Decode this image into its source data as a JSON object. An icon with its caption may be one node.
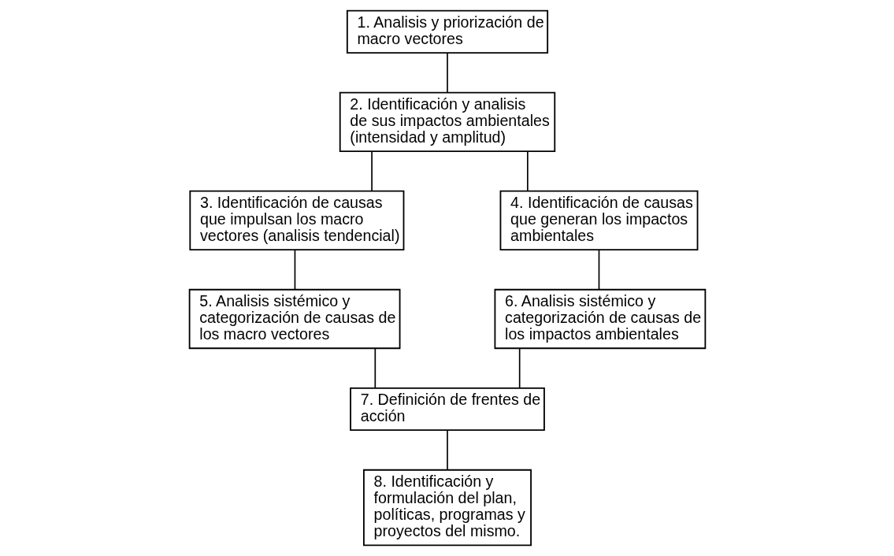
{
  "diagram": {
    "nodes": [
      {
        "text": [
          "1. Analisis y priorización de macro vectores"
        ]
      },
      {
        "text": [
          "2. Identificación y analisis de sus impactos ambientales (intensidad y amplitud)"
        ]
      },
      {
        "text": [
          "3. Identificación de causas que impulsan los macro vectores (analisis tendencial)"
        ]
      },
      {
        "text": [
          "4. Identificación de causas que generan los impactos ambientales"
        ]
      },
      {
        "text": [
          "5. Analisis sistémico y categorización de causas de los macro vectores"
        ]
      },
      {
        "text": [
          "6. Analisis sistémico y categorización de causas de los impactos ambientales"
        ]
      },
      {
        "text": [
          "7. Definición de frentes de acción"
        ]
      },
      {
        "text": [
          "8. Identificación y formulación del plan, políticas, programas y proyectos del mismo."
        ]
      }
    ],
    "edges": [
      {
        "from": 0,
        "to": 1,
        "arrow": "none"
      },
      {
        "from": 1,
        "to": 2,
        "arrow": "none"
      },
      {
        "from": 1,
        "to": 3,
        "arrow": "none"
      },
      {
        "from": 2,
        "to": 4,
        "arrow": "none"
      },
      {
        "from": 3,
        "to": 5,
        "arrow": "none"
      },
      {
        "from": 4,
        "to": 6,
        "arrow": "none"
      },
      {
        "from": 5,
        "to": 6,
        "arrow": "none"
      },
      {
        "from": 6,
        "to": 7,
        "arrow": "none"
      }
    ]
  }
}
